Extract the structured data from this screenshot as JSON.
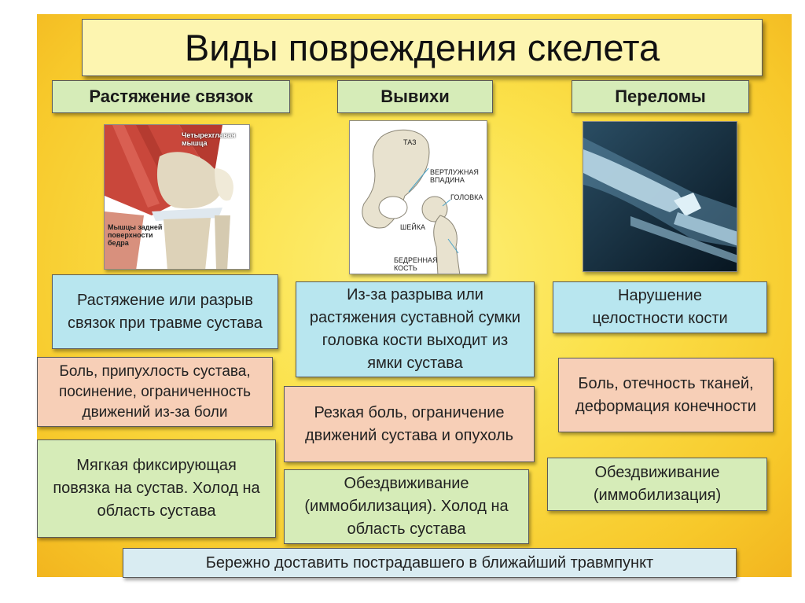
{
  "title": "Виды повреждения скелета",
  "columns": [
    {
      "header": "Растяжение связок",
      "image_labels": [
        "Четырехглавая мышца",
        "Мышцы задней поверхности бедра"
      ],
      "definition": "Растяжение или разрыв связок при травме сустава",
      "symptoms": "Боль, припухлость сустава, посинение, ограниченность движений из-за боли",
      "first_aid": "Мягкая фиксирующая повязка на сустав. Холод на область сустава"
    },
    {
      "header": "Вывихи",
      "image_labels": [
        "ТАЗ",
        "ВЕРТЛУЖНАЯ ВПАДИНА",
        "ГОЛОВКА",
        "ШЕЙКА",
        "БЕДРЕННАЯ КОСТЬ"
      ],
      "definition": "Из-за разрыва или растяжения суставной сумки головка кости выходит из ямки сустава",
      "symptoms": "Резкая боль, ограничение движений сустава и опухоль",
      "first_aid": "Обездвиживание (иммобилизация). Холод на область сустава"
    },
    {
      "header": "Переломы",
      "image_labels": [],
      "definition": "Нарушение целостности кости",
      "symptoms": "Боль, отечность тканей, деформация конечности",
      "first_aid": "Обездвиживание (иммобилизация)"
    }
  ],
  "footer": "Бережно доставить пострадавшего в ближайший травмпункт"
}
